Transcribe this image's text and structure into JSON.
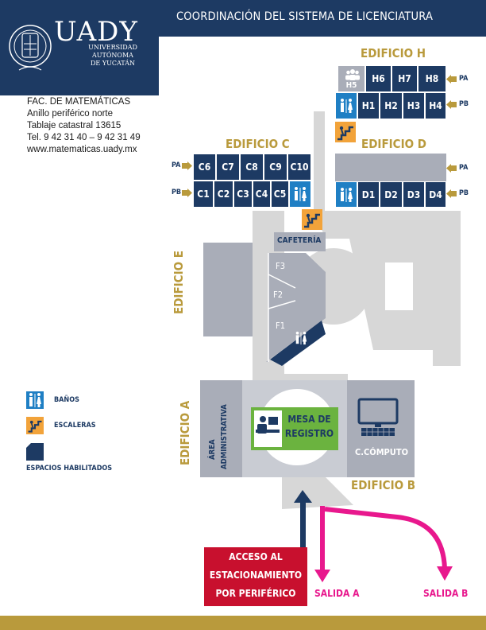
{
  "colors": {
    "navy": "#1d3a63",
    "gold": "#b99a3c",
    "grey": "#a9adb8",
    "light_grey": "#d7d7d7",
    "magenta": "#e8188d",
    "red": "#c8102e",
    "blue_icon": "#1f7fc4",
    "orange_icon": "#f2a33a",
    "green": "#6bb33f"
  },
  "header": {
    "brand": "UADY",
    "brand_sub": [
      "UNIVERSIDAD",
      "AUTÓNOMA",
      "DE YUCATÁN"
    ],
    "title": "COORDINACIÓN DEL SISTEMA DE LICENCIATURA"
  },
  "info": {
    "line1": "FAC. DE MATEMÁTICAS",
    "line2": "Anillo periférico norte",
    "line3": "Tablaje catastral 13615",
    "line4": "Tel. 9 42 31 40 – 9 42 31 49",
    "line5": "www.matematicas.uady.mx"
  },
  "buildings": {
    "a": "EDIFICIO A",
    "b": "EDIFICIO B",
    "c": "EDIFICIO C",
    "d": "EDIFICIO D",
    "e": "EDIFICIO E",
    "h": "EDIFICIO H"
  },
  "floor_tags": {
    "pa": "PA",
    "pb": "PB"
  },
  "rooms": {
    "h_pa": [
      "H6",
      "H7",
      "H8"
    ],
    "h5": "H5",
    "h_pb": [
      "H1",
      "H2",
      "H3",
      "H4"
    ],
    "c_pa": [
      "C6",
      "C7",
      "C8",
      "C9",
      "C10"
    ],
    "c_pb": [
      "C1",
      "C2",
      "C3",
      "C4",
      "C5"
    ],
    "d_pb": [
      "D1",
      "D2",
      "D3",
      "D4"
    ],
    "f": [
      "F3",
      "F2",
      "F1"
    ],
    "cafeteria": "CAFETERÍA",
    "area_admin": [
      "ÁREA",
      "ADMINISTRATIVA"
    ],
    "mesa": [
      "MESA DE",
      "REGISTRO"
    ],
    "computo": "C.CÓMPUTO"
  },
  "legend": {
    "banos": "BAÑOS",
    "escaleras": "ESCALERAS",
    "espacios": "ESPACIOS HABILITADOS"
  },
  "access": {
    "acceso": [
      "ACCESO AL",
      "ESTACIONAMIENTO",
      "POR PERIFÉRICO"
    ],
    "salida_a": "SALIDA A",
    "salida_b": "SALIDA B"
  }
}
